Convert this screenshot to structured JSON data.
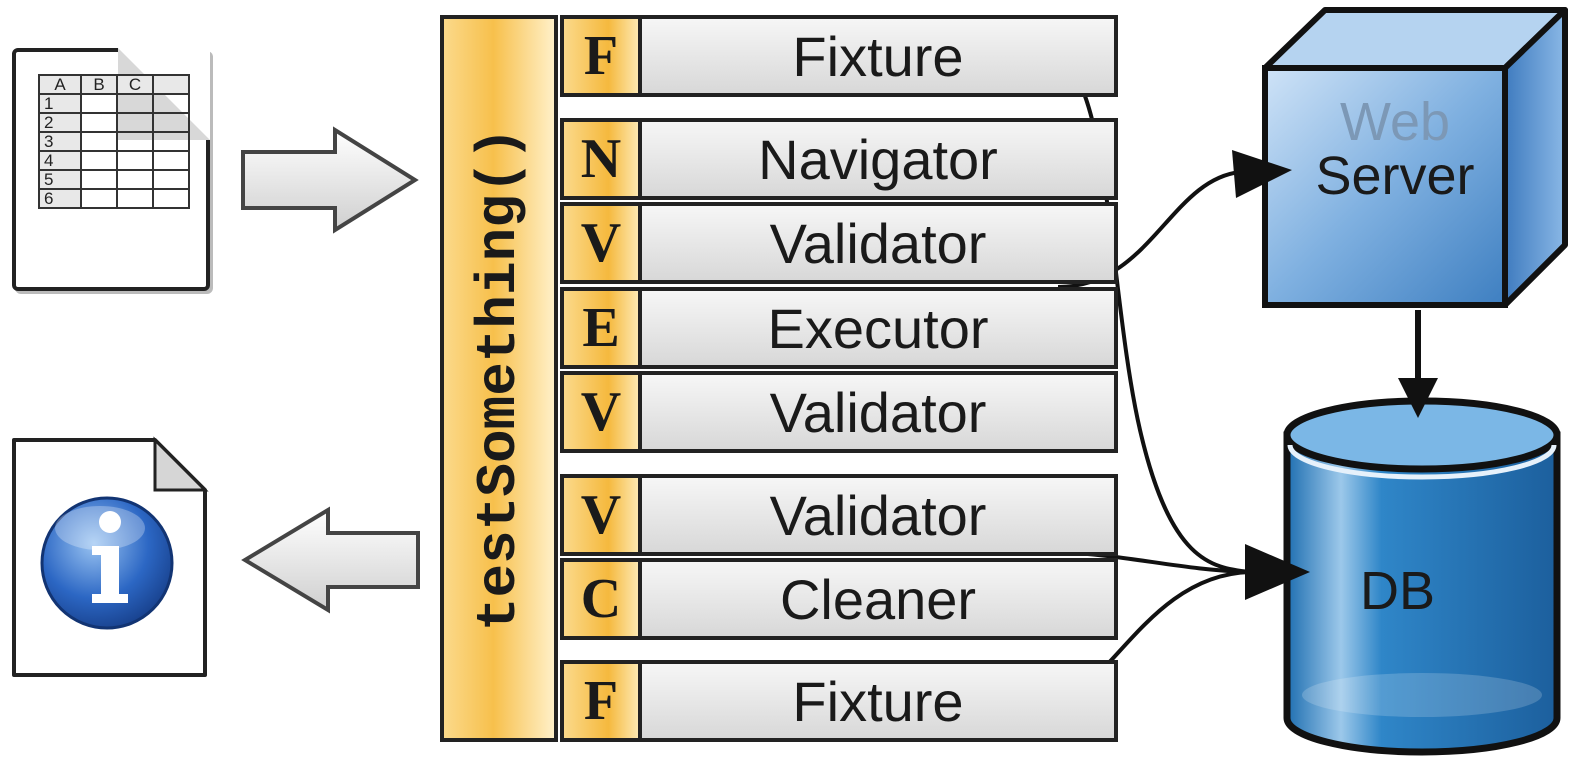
{
  "spreadsheet": {
    "columns": [
      "A",
      "B",
      "C"
    ],
    "rows": [
      "1",
      "2",
      "3",
      "4",
      "5",
      "6"
    ]
  },
  "test_method": "testSomething()",
  "steps": [
    {
      "letter": "F",
      "label": "Fixture"
    },
    {
      "letter": "N",
      "label": "Navigator"
    },
    {
      "letter": "V",
      "label": "Validator"
    },
    {
      "letter": "E",
      "label": "Executor"
    },
    {
      "letter": "V",
      "label": "Validator"
    },
    {
      "letter": "V",
      "label": "Validator"
    },
    {
      "letter": "C",
      "label": "Cleaner"
    },
    {
      "letter": "F",
      "label": "Fixture"
    }
  ],
  "web_server": {
    "line1": "Web",
    "line2": "Server"
  },
  "database": "DB",
  "colors": {
    "step_letter_bg": "#f5b93e",
    "step_label_bg": "#d8d8d8",
    "server_blue": "#5b8fc9",
    "db_blue": "#2f86c8"
  },
  "icons": [
    "spreadsheet-icon",
    "info-document-icon",
    "arrow-right-icon",
    "arrow-left-icon",
    "server-cube-icon",
    "database-cylinder-icon"
  ]
}
